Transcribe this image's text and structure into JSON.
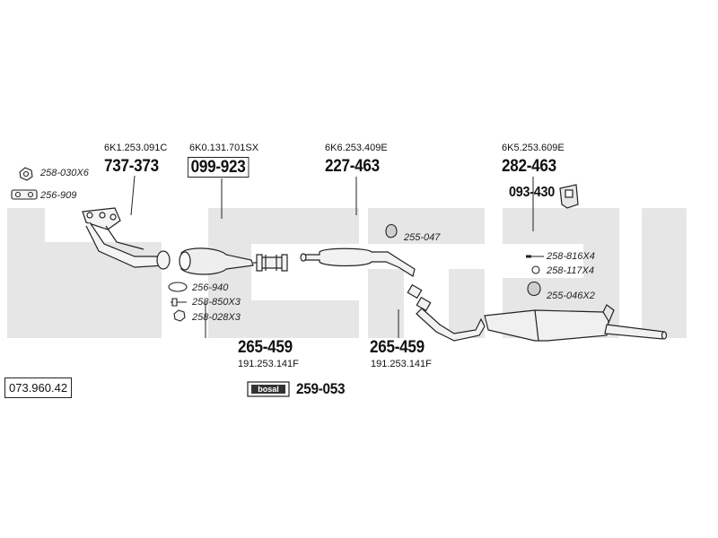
{
  "catalog_number": "073.960.42",
  "watermark": "bosal",
  "groups": {
    "manifold": {
      "oem": "6K1.253.091C",
      "part": "737-373"
    },
    "catalyst": {
      "oem": "6K0.131.701SX",
      "part": "099-923"
    },
    "front_pipe": {
      "oem": "6K6.253.409E",
      "part": "227-463"
    },
    "rear_silencer": {
      "oem": "6K5.253.609E",
      "part": "282-463"
    },
    "rear_hanger": {
      "part": "093-430"
    },
    "mid_pipe_left": {
      "part": "265-459",
      "oem": "191.253.141F"
    },
    "mid_pipe_right": {
      "part": "265-459",
      "oem": "191.253.141F"
    },
    "mounting_kit": {
      "badge": "bosal",
      "part": "259-053"
    }
  },
  "accessories": [
    {
      "code": "258-030X6",
      "icon": "nut-icon"
    },
    {
      "code": "256-909",
      "icon": "gasket-icon"
    },
    {
      "code": "256-940",
      "icon": "ring-gasket-icon"
    },
    {
      "code": "258-850X3",
      "icon": "bolt-icon"
    },
    {
      "code": "258-028X3",
      "icon": "nut-icon"
    },
    {
      "code": "255-047",
      "icon": "rubber-ring-icon"
    },
    {
      "code": "258-816X4",
      "icon": "bolt-icon"
    },
    {
      "code": "258-117X4",
      "icon": "washer-icon"
    },
    {
      "code": "255-046X2",
      "icon": "rubber-hanger-icon"
    }
  ]
}
